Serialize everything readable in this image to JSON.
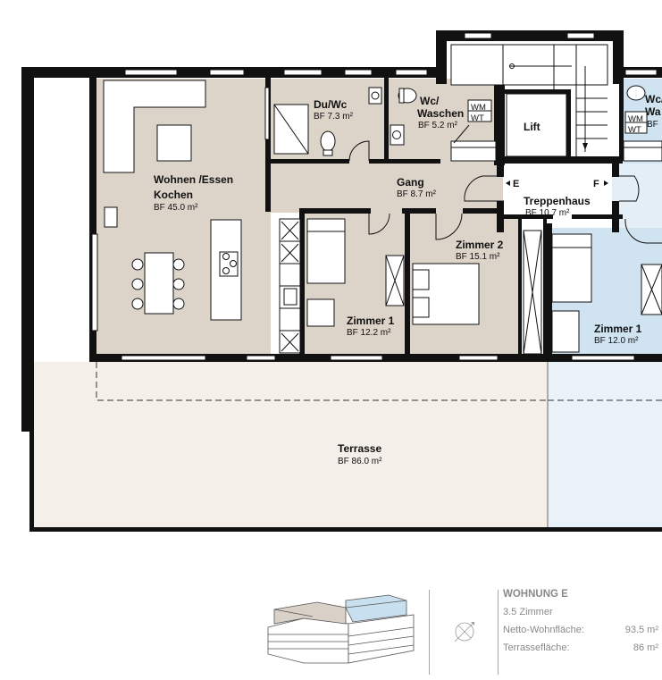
{
  "rooms": {
    "wohnen": {
      "name_line1": "Wohnen /Essen",
      "name_line2": "Kochen",
      "area": "BF 45.0 m²"
    },
    "du_wc": {
      "name": "Du/Wc",
      "area": "BF 7.3 m²"
    },
    "wc_waschen": {
      "name_line1": "Wc/",
      "name_line2": "Waschen",
      "area": "BF 5.2 m²"
    },
    "lift": {
      "name": "Lift"
    },
    "gang": {
      "name": "Gang",
      "area": "BF 8.7 m²"
    },
    "treppenhaus": {
      "name": "Treppenhaus",
      "area": "BF 10.7 m²"
    },
    "zimmer2": {
      "name": "Zimmer 2",
      "area": "BF 15.1 m²"
    },
    "zimmer1": {
      "name": "Zimmer 1",
      "area": "BF 12.2 m²"
    },
    "zimmer1_neighbor": {
      "name": "Zimmer 1",
      "area": "BF 12.0 m²"
    },
    "wc_neighbor": {
      "name_line1": "Wc/",
      "name_line2": "Wa",
      "area": "BF"
    },
    "terrasse": {
      "name": "Terrasse",
      "area": "BF 86.0 m²"
    }
  },
  "appliances": {
    "wm": "WM",
    "wt": "WT"
  },
  "stair_doors": {
    "left": "E",
    "right": "F"
  },
  "colors": {
    "room_fill": "#dcd3c9",
    "neighbor_fill": "#cfe3f1",
    "neighbor_terrace": "#e9f2f9",
    "wall": "#111111",
    "info_text": "#8a8a8a"
  },
  "info": {
    "title": "WOHNUNG E",
    "rooms": "3.5 Zimmer",
    "net_label": "Netto-Wohnfläche:",
    "net_value": "93.5 m²",
    "terrace_label": "Terrassefläche:",
    "terrace_value": "86 m²"
  }
}
